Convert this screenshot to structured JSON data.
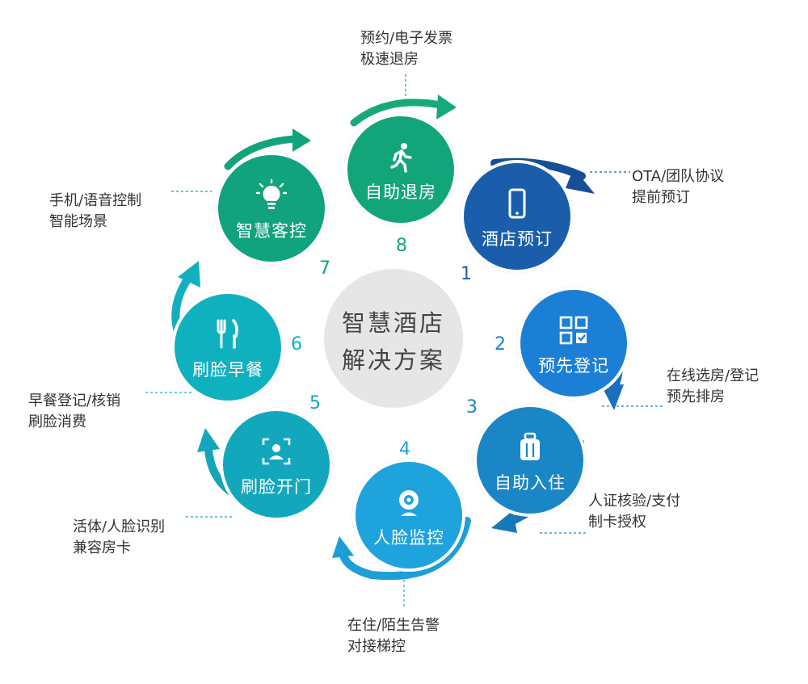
{
  "center": {
    "line1": "智慧酒店",
    "line2": "解决方案"
  },
  "steps": [
    {
      "num": "1",
      "label": "酒店预订",
      "icon": "phone-icon",
      "note1": "OTA/团队协议",
      "note2": "提前预订",
      "color": "#1a5eab"
    },
    {
      "num": "2",
      "label": "预先登记",
      "icon": "grid-check-icon",
      "note1": "在线选房/登记",
      "note2": "预先排房",
      "color": "#1c7fd6"
    },
    {
      "num": "3",
      "label": "自助入住",
      "icon": "luggage-icon",
      "note1": "人证核验/支付",
      "note2": "制卡授权",
      "color": "#1a86c5"
    },
    {
      "num": "4",
      "label": "人脸监控",
      "icon": "webcam-icon",
      "note1": "在住/陌生告警",
      "note2": "对接梯控",
      "color": "#1fa3dc"
    },
    {
      "num": "5",
      "label": "刷脸开门",
      "icon": "face-scan-icon",
      "note1": "活体/人脸识别",
      "note2": "兼容房卡",
      "color": "#13a7bd"
    },
    {
      "num": "6",
      "label": "刷脸早餐",
      "icon": "cutlery-icon",
      "note1": "早餐登记/核销",
      "note2": "刷脸消费",
      "color": "#10b1bf"
    },
    {
      "num": "7",
      "label": "智慧客控",
      "icon": "lightbulb-icon",
      "note1": "手机/语音控制",
      "note2": "智能场景",
      "color": "#10a37d"
    },
    {
      "num": "8",
      "label": "自助退房",
      "icon": "walking-person-icon",
      "note1": "预约/电子发票",
      "note2": "极速退房",
      "color": "#13a57a"
    }
  ]
}
